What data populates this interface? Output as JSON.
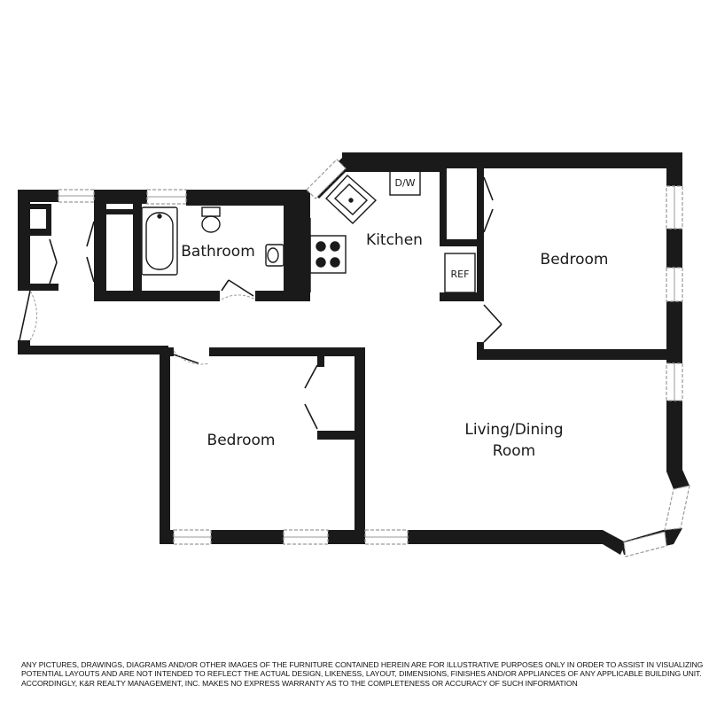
{
  "rooms": {
    "bathroom": "Bathroom",
    "kitchen": "Kitchen",
    "bedroom_right": "Bedroom",
    "bedroom_left": "Bedroom",
    "living_line1": "Living/Dining",
    "living_line2": "Room"
  },
  "appliances": {
    "dishwasher": "D/W",
    "refrigerator": "REF"
  },
  "disclaimer": {
    "line1": "ANY PICTURES, DRAWINGS, DIAGRAMS AND/OR OTHER IMAGES OF THE FURNITURE CONTAINED HEREIN ARE FOR ILLUSTRATIVE PURPOSES ONLY IN ORDER TO ASSIST IN VISUALIZING",
    "line2": "POTENTIAL LAYOUTS AND ARE NOT INTENDED TO REFLECT THE ACTUAL DESIGN, LIKENESS, LAYOUT, DIMENSIONS, FINISHES AND/OR APPLIANCES OF ANY APPLICABLE BUILDING UNIT.",
    "line3": "ACCORDINGLY, K&R REALTY MANAGEMENT, INC. MAKES NO EXPRESS WARRANTY AS TO THE COMPLETENESS OR ACCURACY OF SUCH INFORMATION"
  },
  "colors": {
    "wall": "#1a1a1a",
    "window": "#9a9a9a",
    "fixture": "#1a1a1a",
    "background": "#ffffff"
  }
}
